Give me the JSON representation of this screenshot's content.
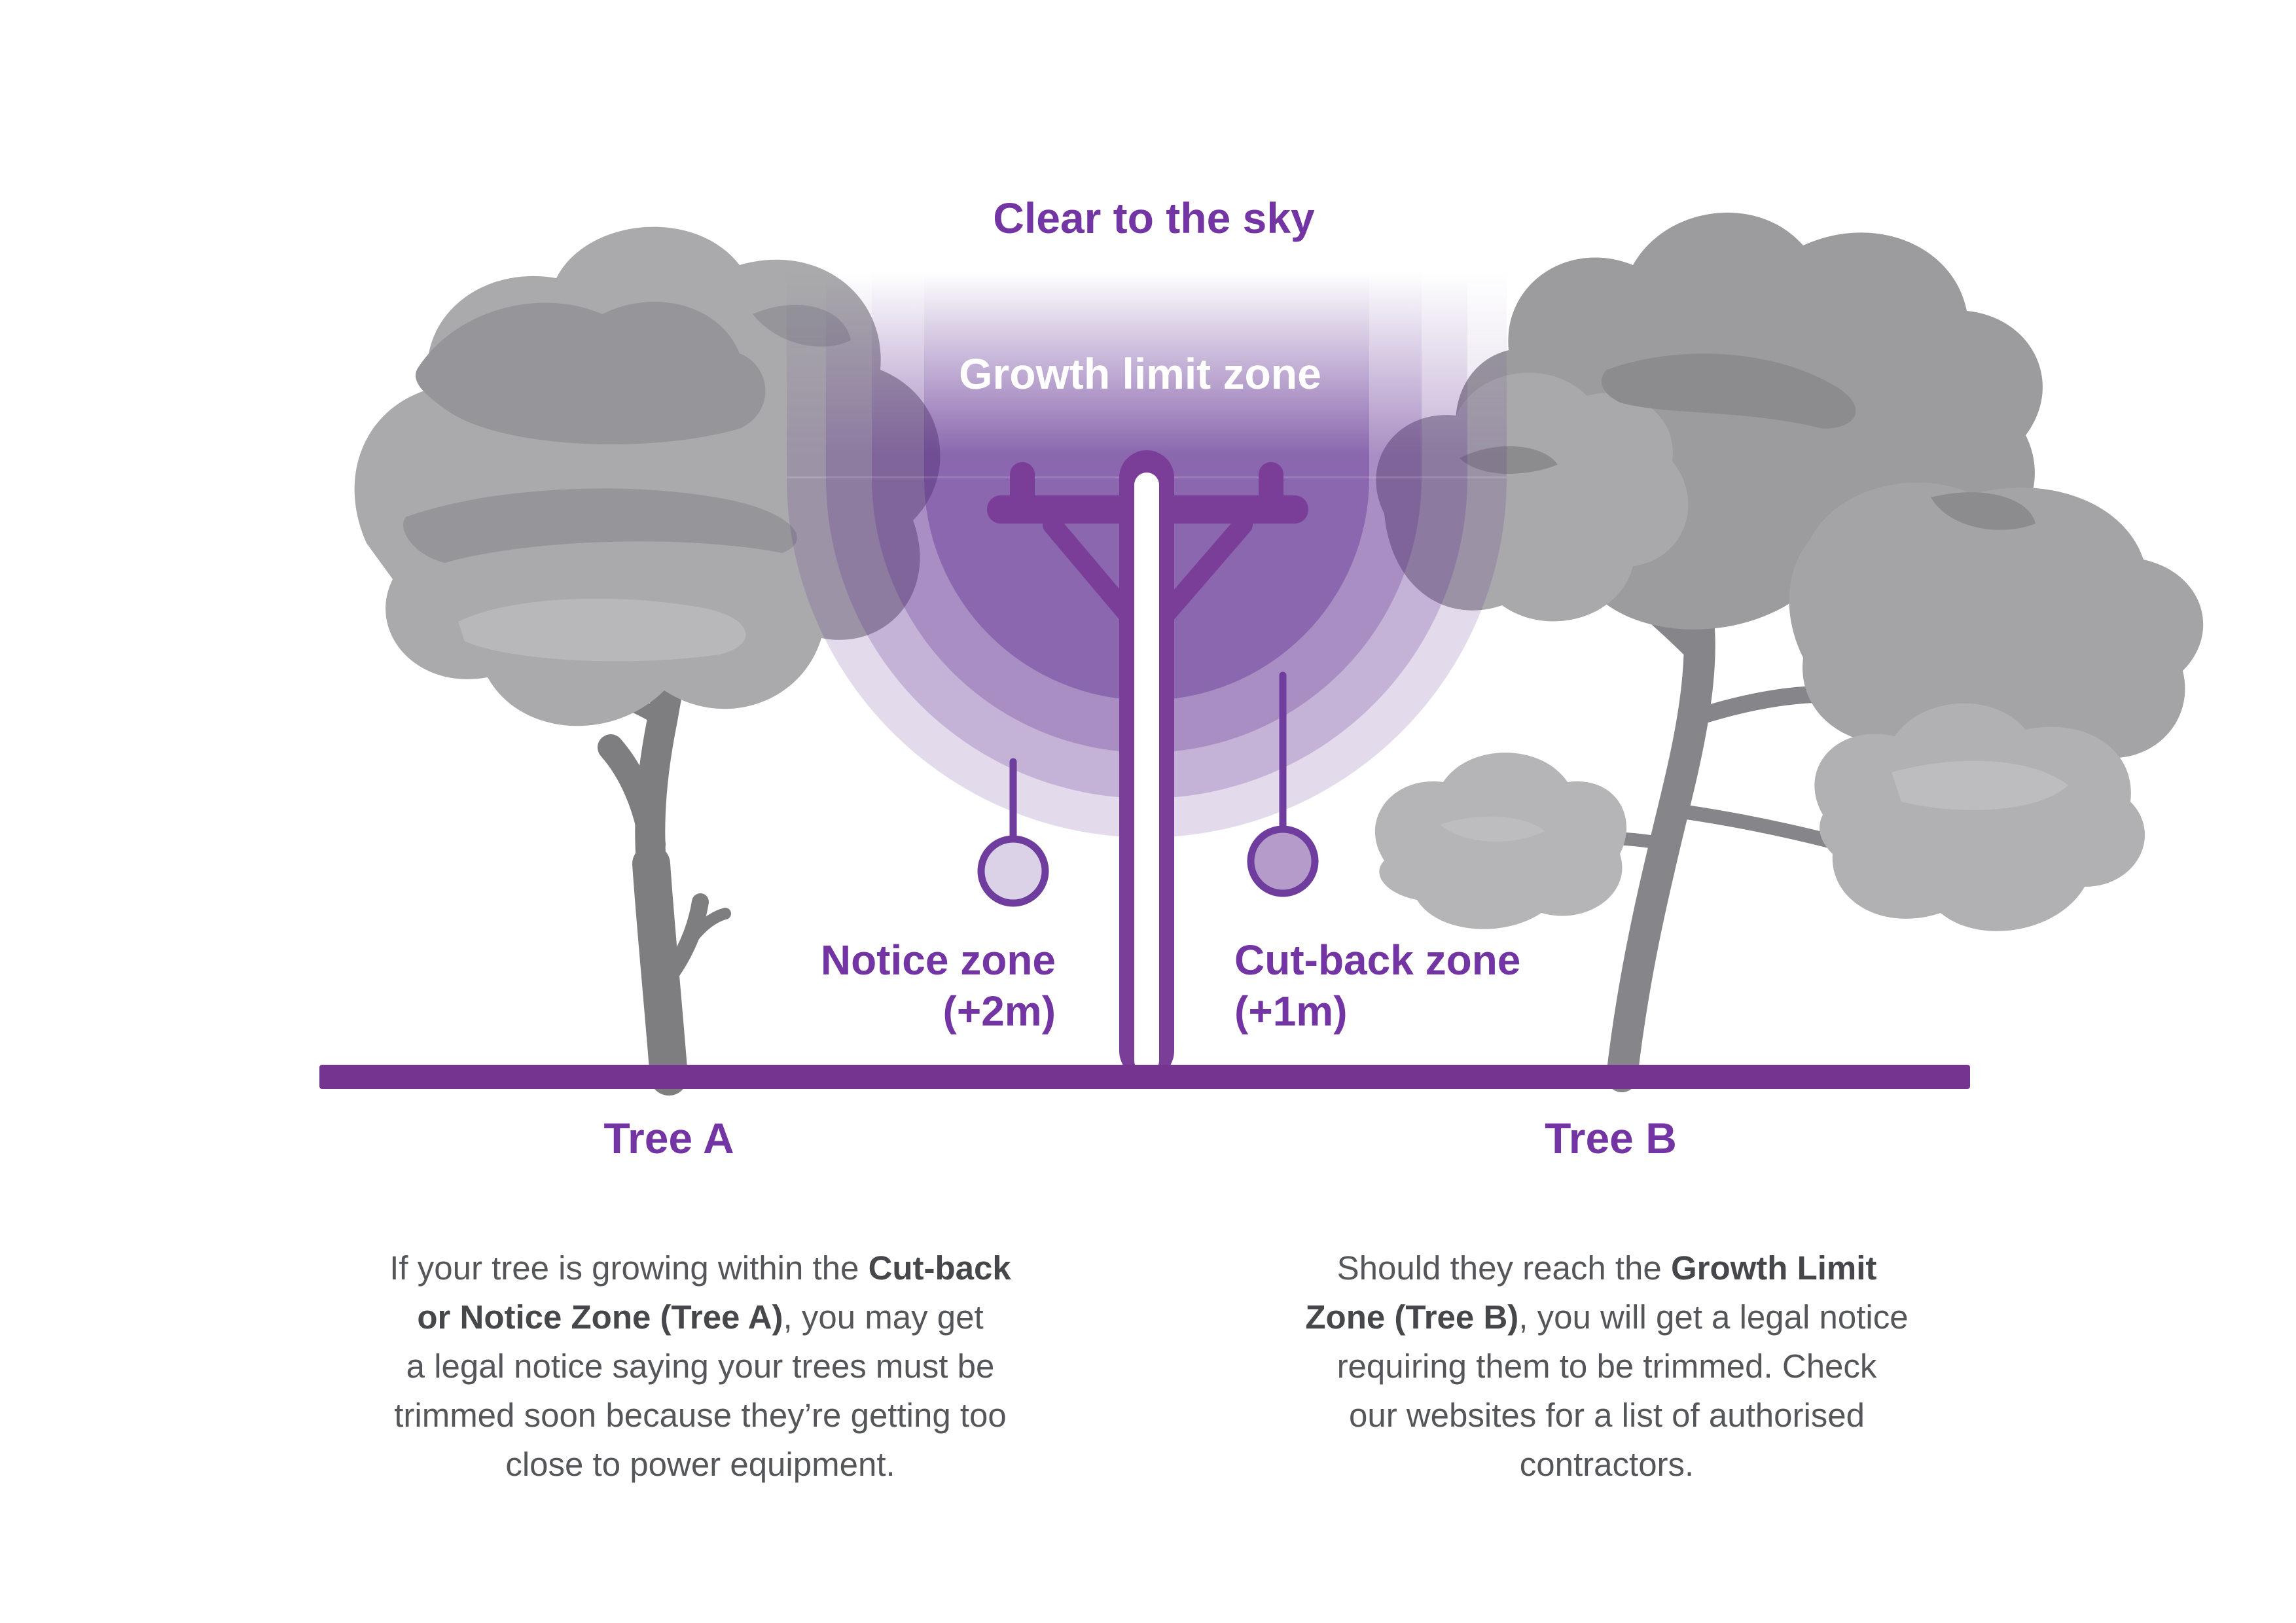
{
  "title": {
    "text": "Clear to the sky"
  },
  "zones": {
    "growth_limit": {
      "label": "Growth limit zone"
    },
    "notice": {
      "label": "Notice zone",
      "measure": "(+2m)"
    },
    "cutback": {
      "label": "Cut-back zone",
      "measure": "(+1m)"
    }
  },
  "trees": {
    "a": {
      "label": "Tree A",
      "description_segments": [
        {
          "text": "If your tree is growing within the ",
          "bold": false
        },
        {
          "text": "Cut-back\nor Notice Zone (Tree A)",
          "bold": true
        },
        {
          "text": ", you may get\na legal notice saying your trees must be\ntrimmed soon because they’re getting too\nclose to power equipment.",
          "bold": false
        }
      ]
    },
    "b": {
      "label": "Tree B",
      "description_segments": [
        {
          "text": "Should they reach the ",
          "bold": false
        },
        {
          "text": "Growth Limit\nZone (Tree B)",
          "bold": true
        },
        {
          "text": ", you will get a legal notice\nrequiring them to be trimmed. Check\nour websites for a list of authorised\ncontractors.",
          "bold": false
        }
      ]
    }
  },
  "colors": {
    "heading_purple": "#7334A4",
    "structure_purple": "#7A3E99",
    "ground_purple": "#75348F",
    "zone_base_purple": "#56268A",
    "zone_inner": "#8766AA",
    "zone_ring2": "#A78EC2",
    "zone_ring3": "#C4B3D6",
    "zone_outer": "#E2DBEC",
    "notice_marker_fill": "#DCD2E8",
    "cutback_marker_fill": "#B49BCA",
    "body_text": "#55565A",
    "tree_gray": "#9C9C9F",
    "trunk_gray": "#7E7E81"
  }
}
